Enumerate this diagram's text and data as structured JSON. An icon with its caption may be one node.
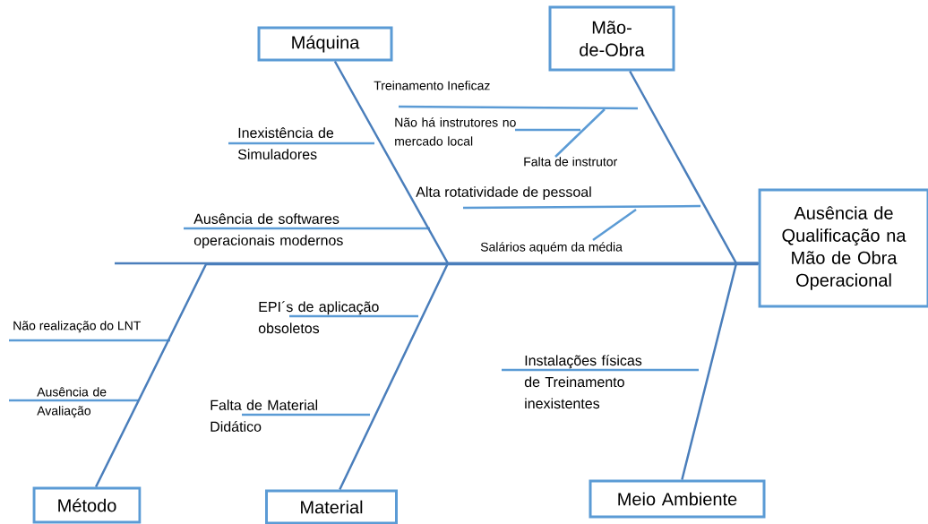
{
  "diagram": {
    "nodes": [
      {
        "text": [
          "Máquina"
        ]
      },
      {
        "text": [
          "Mão-de-Obra"
        ]
      },
      {
        "text": [
          "Ausência de Qualificação na Mão de Obra Operacional"
        ]
      },
      {
        "text": [
          "Método"
        ]
      },
      {
        "text": [
          "Material"
        ]
      },
      {
        "text": [
          "Meio Ambiente"
        ]
      }
    ],
    "edges": [
      {
        "from": 0,
        "to": 2,
        "arrow": "none"
      },
      {
        "from": 1,
        "to": 2,
        "arrow": "none"
      },
      {
        "from": 3,
        "to": 2,
        "arrow": "none"
      },
      {
        "from": 4,
        "to": 2,
        "arrow": "none"
      },
      {
        "from": 5,
        "to": 2,
        "arrow": "none"
      }
    ],
    "labels": [
      "Treinamento Ineficaz",
      "Inexistência de Simuladores",
      "Não há instrutores no mercado local",
      "Falta de instrutor",
      "Alta rotatividade de pessoal",
      "Ausência de softwares operacionais modernos",
      "Salários aquém da média",
      "EPI´s de aplicação obsoletos",
      "Não realização do LNT",
      "Instalações físicas de Treinamento inexistentes",
      "Ausência de Avaliação",
      "Falta de Material Didático"
    ]
  }
}
